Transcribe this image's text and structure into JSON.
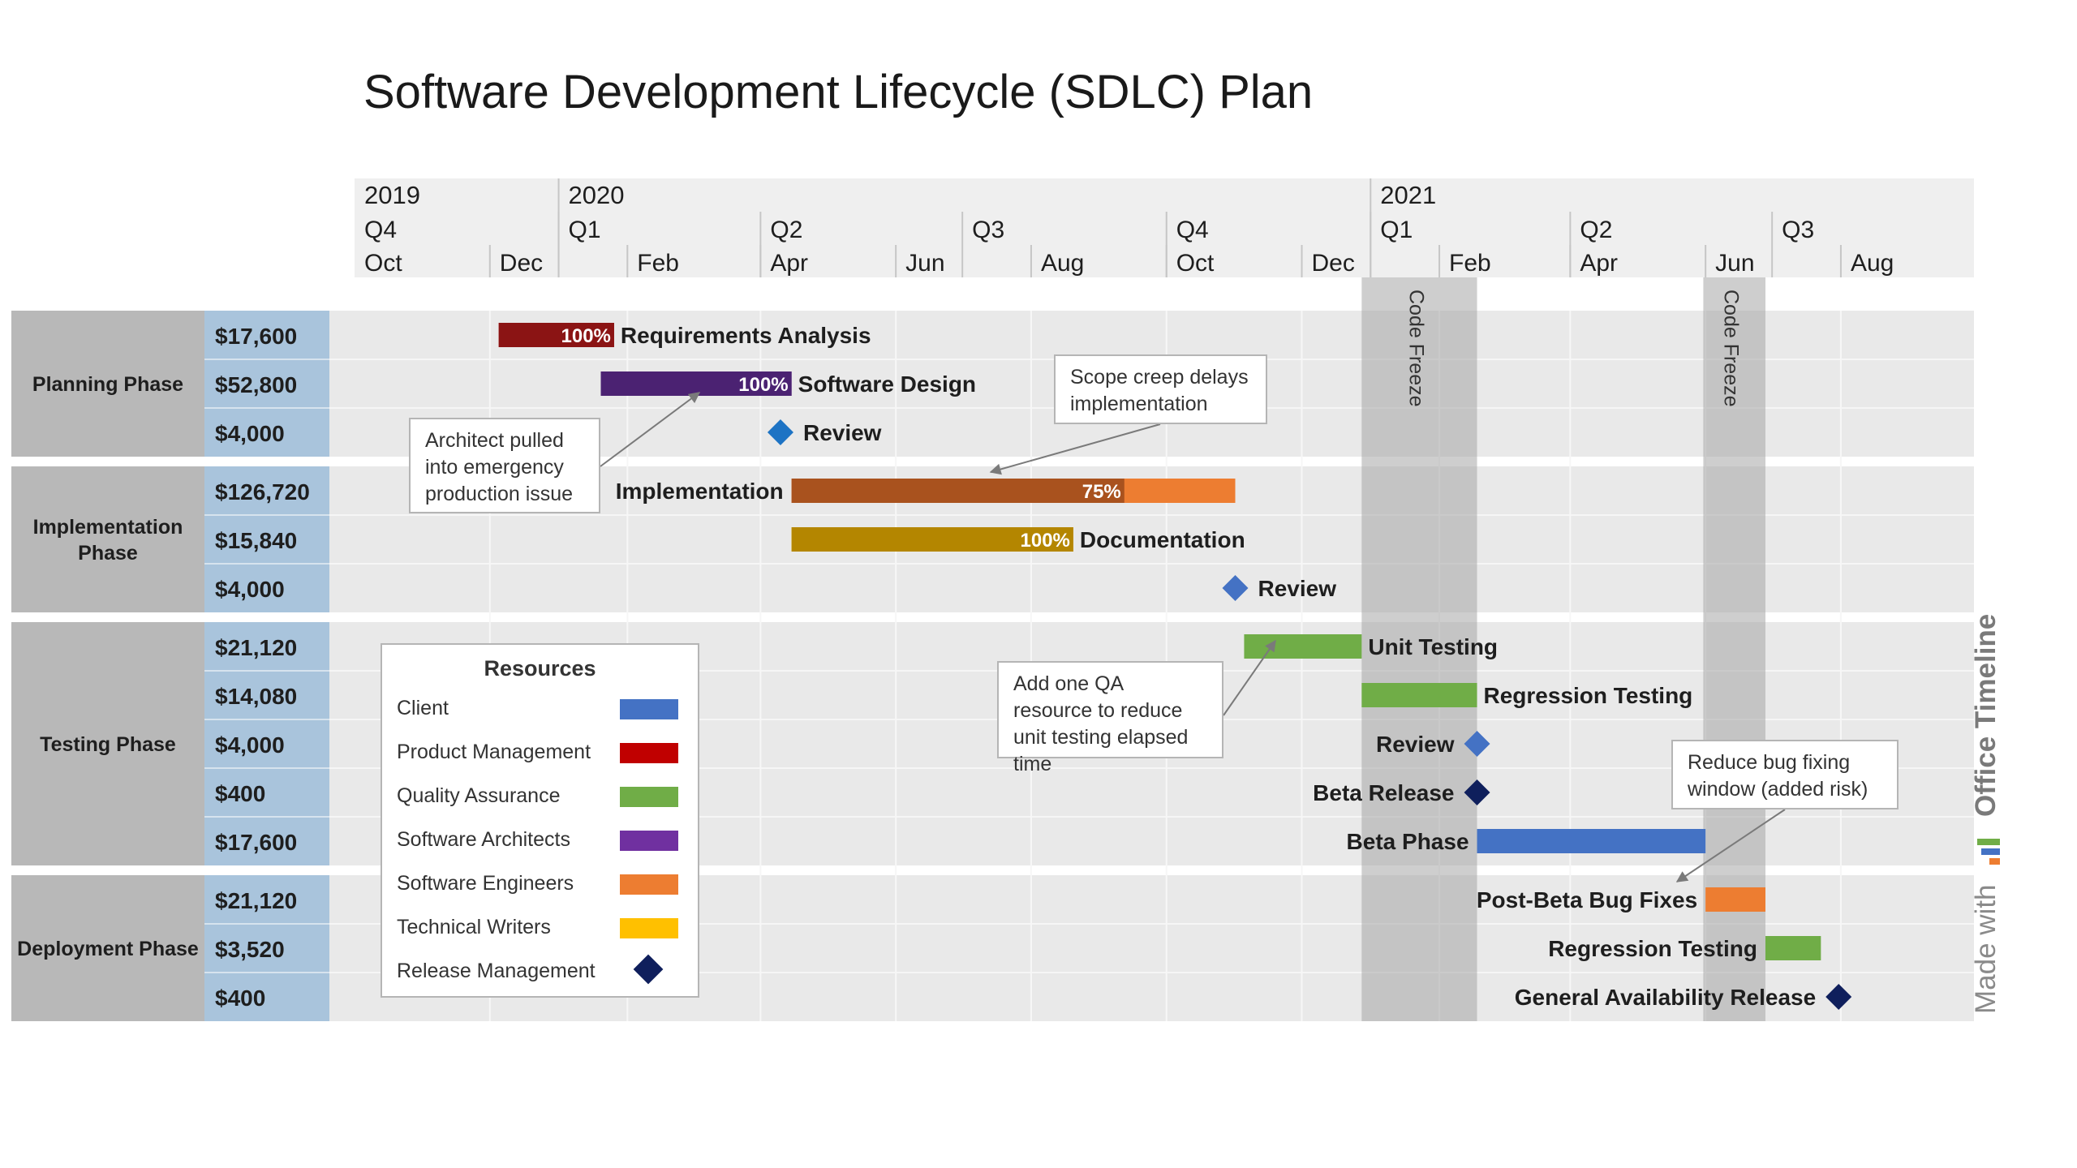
{
  "title": "Software Development Lifecycle (SDLC) Plan",
  "branding": {
    "made_with": "Made with",
    "brand": "Office Timeline"
  },
  "colors": {
    "client": "#4472c4",
    "product_management": "#c00000",
    "quality_assurance": "#70ad47",
    "software_architects": "#7030a0",
    "software_engineers": "#ed7d31",
    "technical_writers": "#ffc000",
    "release_management": "#0f1f5c"
  },
  "chart_data": {
    "type": "gantt",
    "title": "Software Development Lifecycle (SDLC) Plan",
    "time_axis": {
      "range": [
        "2019-10-01",
        "2021-09-30"
      ],
      "years": [
        {
          "label": "2019",
          "start": "2019-10-01",
          "end": "2020-01-01"
        },
        {
          "label": "2020",
          "start": "2020-01-01",
          "end": "2021-01-01"
        },
        {
          "label": "2021",
          "start": "2021-01-01",
          "end": "2021-09-30"
        }
      ],
      "quarters": [
        {
          "label": "Q4",
          "start": "2019-10-01",
          "end": "2020-01-01"
        },
        {
          "label": "Q1",
          "start": "2020-01-01",
          "end": "2020-04-01"
        },
        {
          "label": "Q2",
          "start": "2020-04-01",
          "end": "2020-07-01"
        },
        {
          "label": "Q3",
          "start": "2020-07-01",
          "end": "2020-10-01"
        },
        {
          "label": "Q4",
          "start": "2020-10-01",
          "end": "2021-01-01"
        },
        {
          "label": "Q1",
          "start": "2021-01-01",
          "end": "2021-04-01"
        },
        {
          "label": "Q2",
          "start": "2021-04-01",
          "end": "2021-07-01"
        },
        {
          "label": "Q3",
          "start": "2021-07-01",
          "end": "2021-09-30"
        }
      ],
      "months": [
        {
          "label": "Oct",
          "start": "2019-10-01"
        },
        {
          "label": "Dec",
          "start": "2019-12-01"
        },
        {
          "label": "Feb",
          "start": "2020-02-01"
        },
        {
          "label": "Apr",
          "start": "2020-04-01"
        },
        {
          "label": "Jun",
          "start": "2020-06-01"
        },
        {
          "label": "Aug",
          "start": "2020-08-01"
        },
        {
          "label": "Oct",
          "start": "2020-10-01"
        },
        {
          "label": "Dec",
          "start": "2020-12-01"
        },
        {
          "label": "Feb",
          "start": "2021-02-01"
        },
        {
          "label": "Apr",
          "start": "2021-04-01"
        },
        {
          "label": "Jun",
          "start": "2021-06-01"
        },
        {
          "label": "Aug",
          "start": "2021-08-01"
        }
      ]
    },
    "phases": [
      {
        "name": "Planning Phase",
        "name_lines": [
          "Planning Phase"
        ],
        "rows": [
          {
            "cost": "$17,600",
            "label": "Requirements Analysis",
            "type": "task",
            "start": "2019-12-05",
            "end": "2020-01-26",
            "percent": "100%",
            "done_color": "#8b1414",
            "remain_color": "#c00000",
            "label_side": "right"
          },
          {
            "cost": "$52,800",
            "label": "Software Design",
            "type": "task",
            "start": "2020-01-20",
            "end": "2020-04-15",
            "percent": "100%",
            "done_color": "#4b2272",
            "remain_color": "#7030a0",
            "label_side": "right"
          },
          {
            "cost": "$4,000",
            "label": "Review",
            "type": "milestone",
            "date": "2020-04-10",
            "color": "#1d73c4",
            "label_side": "right"
          }
        ]
      },
      {
        "name": "Implementation Phase",
        "name_lines": [
          "Implementation",
          "Phase"
        ],
        "rows": [
          {
            "cost": "$126,720",
            "label": "Implementation",
            "type": "task",
            "start": "2020-04-15",
            "end": "2020-11-01",
            "percent": "75%",
            "done_color": "#a9521e",
            "remain_color": "#ed7d31",
            "label_side": "left"
          },
          {
            "cost": "$15,840",
            "label": "Documentation",
            "type": "task",
            "start": "2020-04-15",
            "end": "2020-08-20",
            "percent": "100%",
            "done_color": "#b48600",
            "remain_color": "#ffc000",
            "label_side": "right"
          },
          {
            "cost": "$4,000",
            "label": "Review",
            "type": "milestone",
            "date": "2020-11-01",
            "color": "#4472c4",
            "label_side": "right"
          }
        ]
      },
      {
        "name": "Testing Phase",
        "name_lines": [
          "Testing Phase"
        ],
        "rows": [
          {
            "cost": "$21,120",
            "label": "Unit Testing",
            "type": "task",
            "start": "2020-11-05",
            "end": "2020-12-28",
            "color": "#70ad47",
            "label_side": "right"
          },
          {
            "cost": "$14,080",
            "label": "Regression Testing",
            "type": "task",
            "start": "2020-12-28",
            "end": "2021-02-18",
            "color": "#70ad47",
            "label_side": "right"
          },
          {
            "cost": "$4,000",
            "label": "Review",
            "type": "milestone",
            "date": "2021-02-18",
            "color": "#4472c4",
            "label_side": "left"
          },
          {
            "cost": "$400",
            "label": "Beta Release",
            "type": "milestone",
            "date": "2021-02-18",
            "color": "#0f1f5c",
            "label_side": "left"
          },
          {
            "cost": "$17,600",
            "label": "Beta Phase",
            "type": "task",
            "start": "2021-02-18",
            "end": "2021-06-01",
            "color": "#4472c4",
            "label_side": "left"
          }
        ]
      },
      {
        "name": "Deployment Phase",
        "name_lines": [
          "Deployment Phase"
        ],
        "rows": [
          {
            "cost": "$21,120",
            "label": "Post-Beta Bug Fixes",
            "type": "task",
            "start": "2021-06-01",
            "end": "2021-06-28",
            "color": "#ed7d31",
            "label_side": "left"
          },
          {
            "cost": "$3,520",
            "label": "Regression Testing",
            "type": "task",
            "start": "2021-06-28",
            "end": "2021-07-23",
            "color": "#70ad47",
            "label_side": "left"
          },
          {
            "cost": "$400",
            "label": "General Availability Release",
            "type": "milestone",
            "date": "2021-07-31",
            "color": "#0f1f5c",
            "label_side": "left"
          }
        ]
      }
    ],
    "freezes": [
      {
        "label": "Code Freeze",
        "start": "2020-12-28",
        "end": "2021-02-18"
      },
      {
        "label": "Code Freeze",
        "start": "2021-05-31",
        "end": "2021-06-28"
      }
    ]
  },
  "annotations": [
    {
      "id": "architect",
      "text": "Architect pulled into emergency production issue"
    },
    {
      "id": "scope",
      "text": "Scope creep delays implementation"
    },
    {
      "id": "qa",
      "text": "Add one QA resource to reduce unit testing elapsed time"
    },
    {
      "id": "bugfix",
      "text": "Reduce bug fixing window (added risk)"
    }
  ],
  "legend": {
    "title": "Resources",
    "items": [
      {
        "label": "Client",
        "color": "#4472c4",
        "shape": "bar"
      },
      {
        "label": "Product Management",
        "color": "#c00000",
        "shape": "bar"
      },
      {
        "label": "Quality Assurance",
        "color": "#70ad47",
        "shape": "bar"
      },
      {
        "label": "Software Architects",
        "color": "#7030a0",
        "shape": "bar"
      },
      {
        "label": "Software Engineers",
        "color": "#ed7d31",
        "shape": "bar"
      },
      {
        "label": "Technical Writers",
        "color": "#ffc000",
        "shape": "bar"
      },
      {
        "label": "Release Management",
        "color": "#0f1f5c",
        "shape": "diamond"
      }
    ]
  }
}
